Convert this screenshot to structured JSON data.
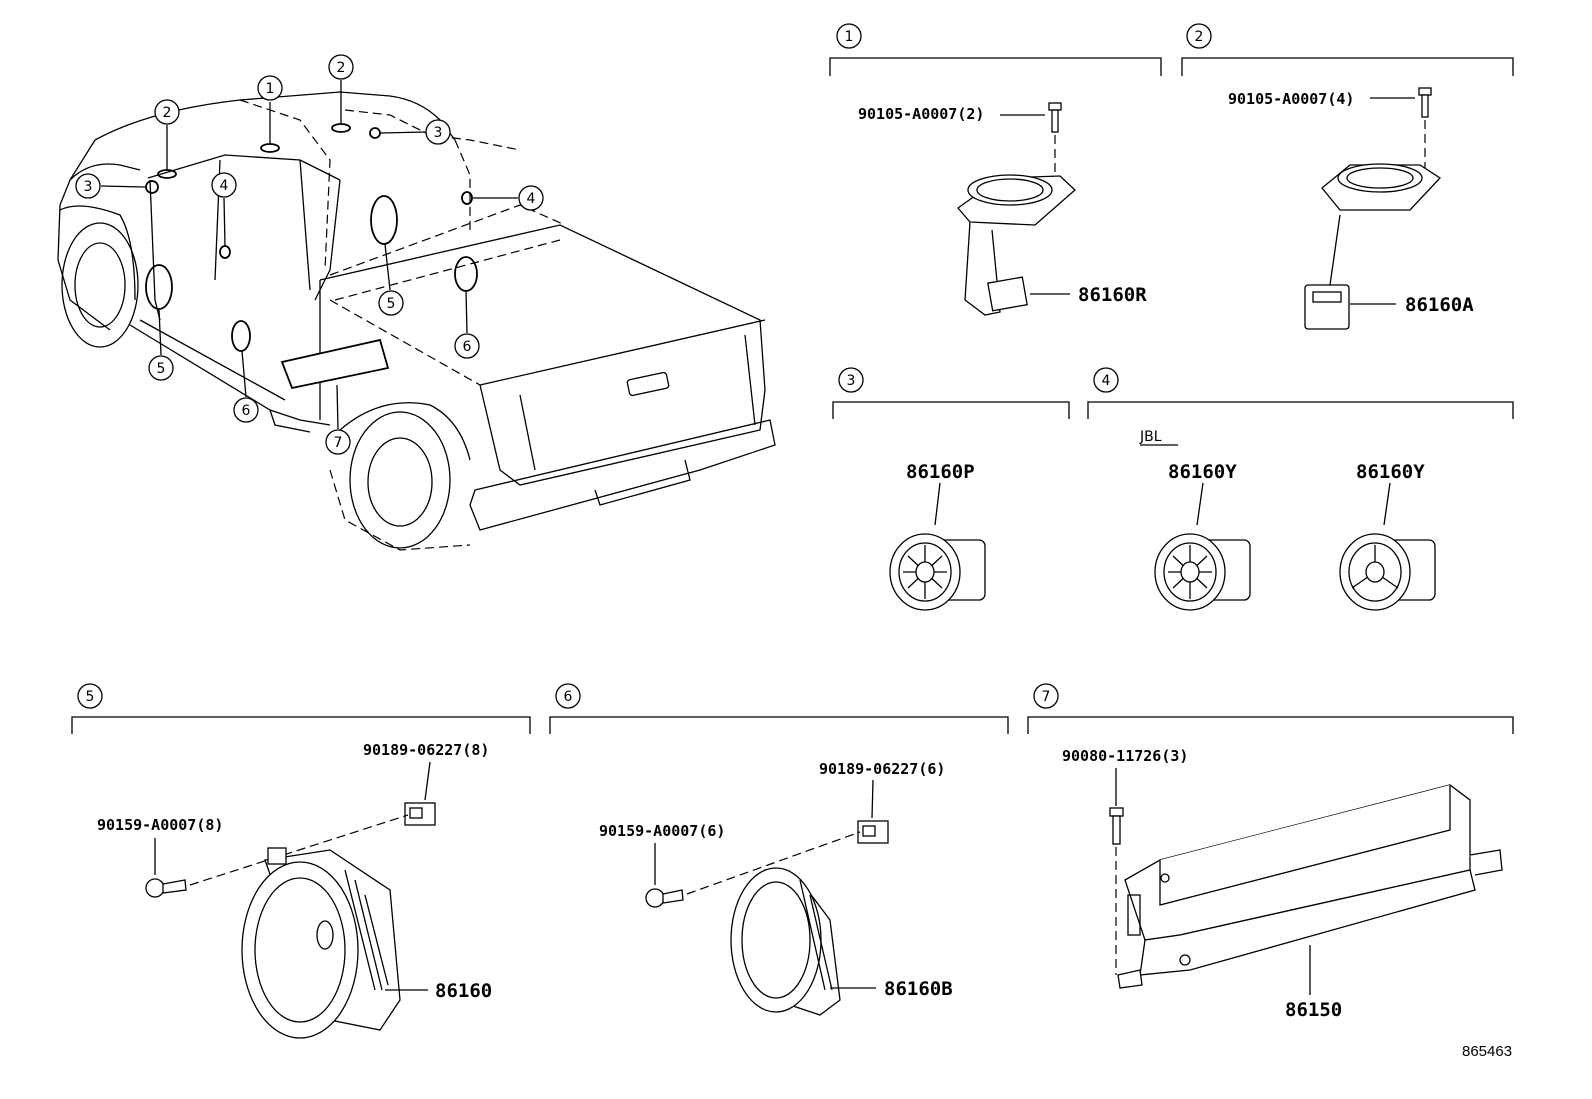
{
  "callouts": [
    "1",
    "2",
    "3",
    "4",
    "5",
    "6",
    "7"
  ],
  "vehicle_callouts": [
    "1",
    "2",
    "2",
    "3",
    "3",
    "4",
    "4",
    "5",
    "5",
    "6",
    "6",
    "7"
  ],
  "variant_note": "JBL",
  "parts": {
    "p1_bolt": "90105-A0007(2)",
    "p1_speaker": "86160R",
    "p2_bolt": "90105-A0007(4)",
    "p2_speaker": "86160A",
    "p3_speaker": "86160P",
    "p4_speaker_a": "86160Y",
    "p4_speaker_b": "86160Y",
    "p5_nut": "90189-06227(8)",
    "p5_screw": "90159-A0007(8)",
    "p5_speaker": "86160",
    "p6_nut": "90189-06227(6)",
    "p6_screw": "90159-A0007(6)",
    "p6_speaker": "86160B",
    "p7_bolt": "90080-11726(3)",
    "p7_subwoofer": "86150"
  },
  "diagram_id": "865463"
}
